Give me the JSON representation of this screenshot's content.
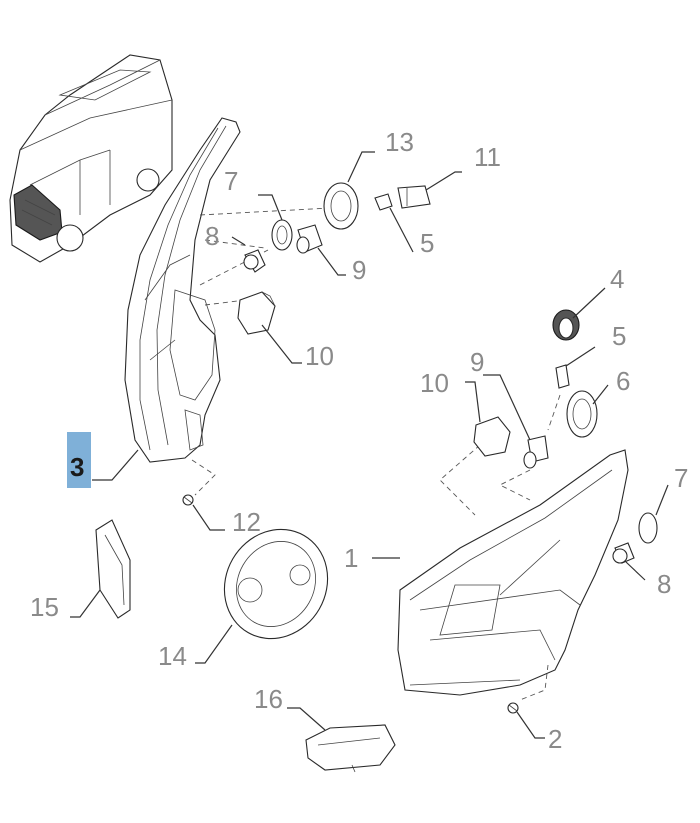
{
  "callouts": [
    {
      "id": "1",
      "label": "1"
    },
    {
      "id": "2",
      "label": "2"
    },
    {
      "id": "3",
      "label": "3",
      "highlight": true
    },
    {
      "id": "4",
      "label": "4"
    },
    {
      "id": "5a",
      "label": "5"
    },
    {
      "id": "5b",
      "label": "5"
    },
    {
      "id": "6",
      "label": "6"
    },
    {
      "id": "7a",
      "label": "7"
    },
    {
      "id": "7b",
      "label": "7"
    },
    {
      "id": "8a",
      "label": "8"
    },
    {
      "id": "8b",
      "label": "8"
    },
    {
      "id": "9a",
      "label": "9"
    },
    {
      "id": "9b",
      "label": "9"
    },
    {
      "id": "10a",
      "label": "10"
    },
    {
      "id": "10b",
      "label": "10"
    },
    {
      "id": "11",
      "label": "11"
    },
    {
      "id": "12",
      "label": "12"
    },
    {
      "id": "13",
      "label": "13"
    },
    {
      "id": "14",
      "label": "14"
    },
    {
      "id": "15",
      "label": "15"
    },
    {
      "id": "16",
      "label": "16"
    }
  ],
  "colors": {
    "highlight_box": "#7fb0d8",
    "callout_text": "#8a8a8a",
    "line": "#333333"
  }
}
